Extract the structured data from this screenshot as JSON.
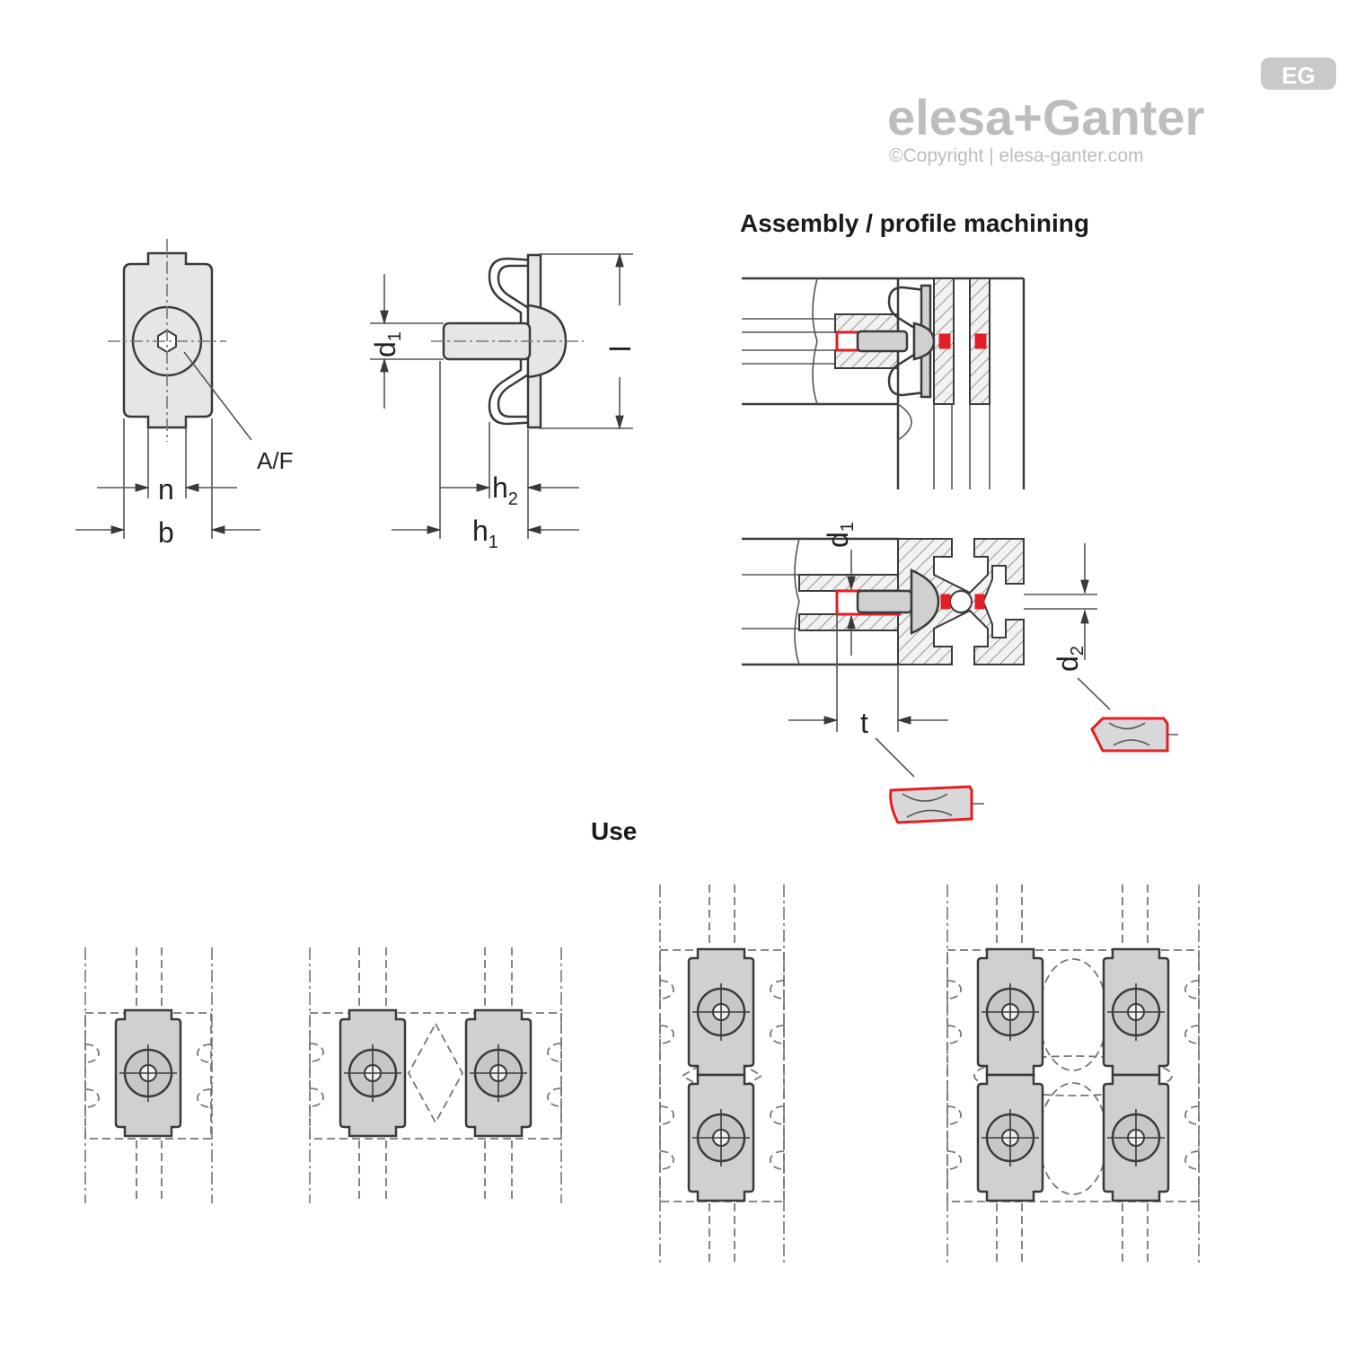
{
  "brand": {
    "name": "elesa+Ganter",
    "copyright": "©Copyright | elesa-ganter.com",
    "badge": "EG",
    "color": "#bdbdbd"
  },
  "headings": {
    "assembly": "Assembly / profile machining",
    "use": "Use"
  },
  "dimensions": {
    "n": "n",
    "b": "b",
    "af": "A/F",
    "d": "d",
    "d_sub1": "1",
    "d_sub2": "2",
    "h": "h",
    "h_sub1": "1",
    "h_sub2": "2",
    "l": "l",
    "t": "t"
  },
  "colors": {
    "accent_red": "#e41e26",
    "part_fill": "#d0d0d0",
    "line": "#3a3a3a"
  }
}
